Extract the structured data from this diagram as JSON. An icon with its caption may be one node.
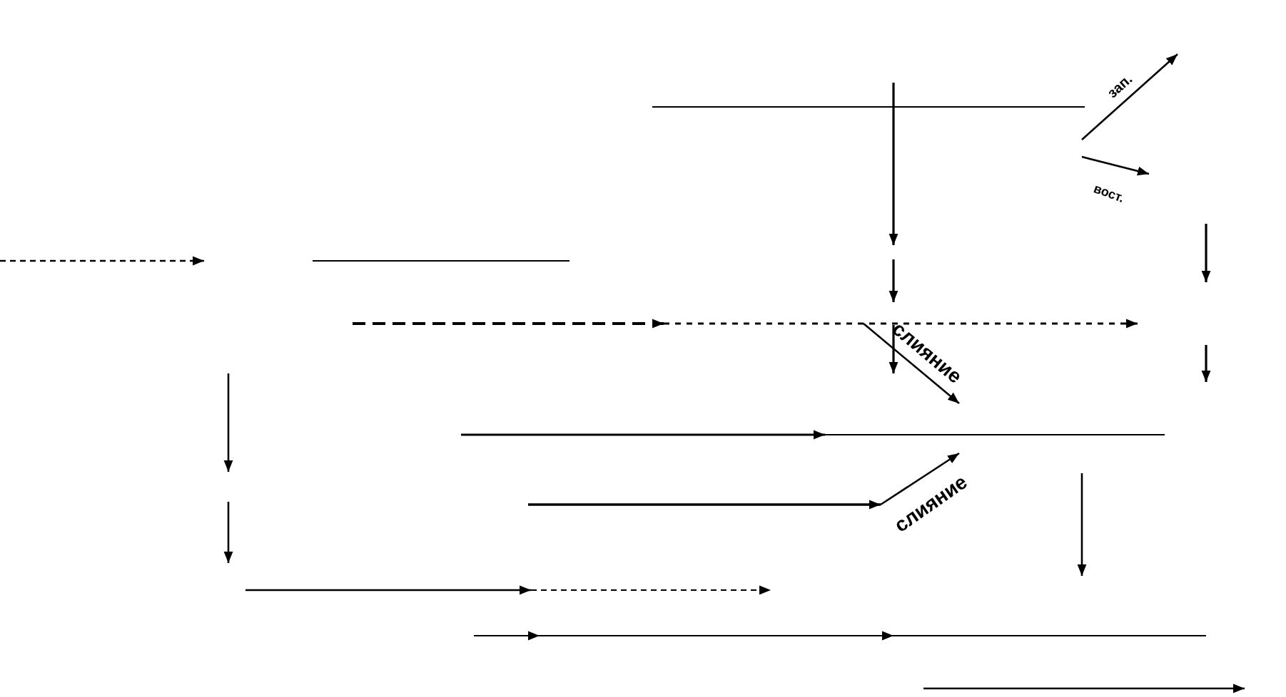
{
  "diagram": {
    "labels": [
      "зап.",
      "вост.",
      "слияние",
      "слияние"
    ]
  }
}
